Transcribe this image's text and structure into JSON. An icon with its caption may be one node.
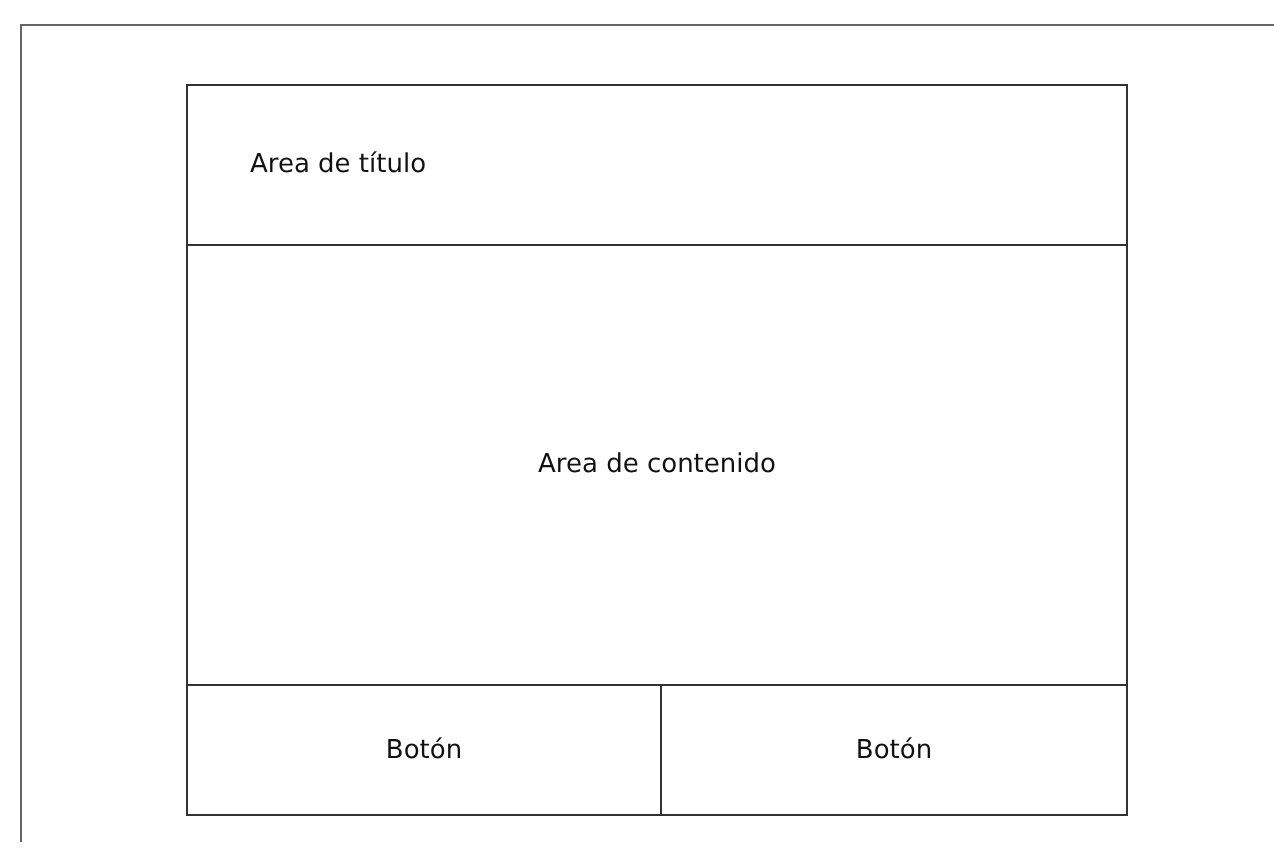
{
  "diagram": {
    "nodes": [
      {
        "text": [
          "Area de título"
        ]
      },
      {
        "text": [
          "Area de contenido"
        ]
      },
      {
        "text": [
          "Botón"
        ]
      },
      {
        "text": [
          "Botón"
        ]
      }
    ]
  }
}
